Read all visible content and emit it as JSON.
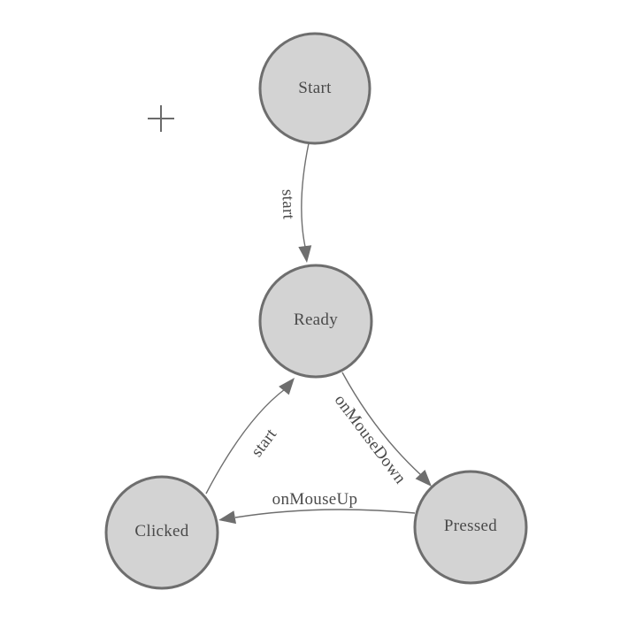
{
  "diagram": {
    "type": "state-machine",
    "background_color": "#ffffff",
    "node_fill_color": "#d3d3d3",
    "node_border_color": "#6e6e6e",
    "edge_color": "#6e6e6e",
    "text_color": "#4a4a4a",
    "cursor_icon": "plus-crosshair",
    "nodes": [
      {
        "id": "start",
        "label": "Start"
      },
      {
        "id": "ready",
        "label": "Ready"
      },
      {
        "id": "clicked",
        "label": "Clicked"
      },
      {
        "id": "pressed",
        "label": "Pressed"
      }
    ],
    "edges": [
      {
        "from": "Start",
        "to": "Ready",
        "label": "start"
      },
      {
        "from": "Ready",
        "to": "Pressed",
        "label": "onMouseDown"
      },
      {
        "from": "Pressed",
        "to": "Clicked",
        "label": "onMouseUp"
      },
      {
        "from": "Clicked",
        "to": "Ready",
        "label": "start"
      }
    ]
  }
}
